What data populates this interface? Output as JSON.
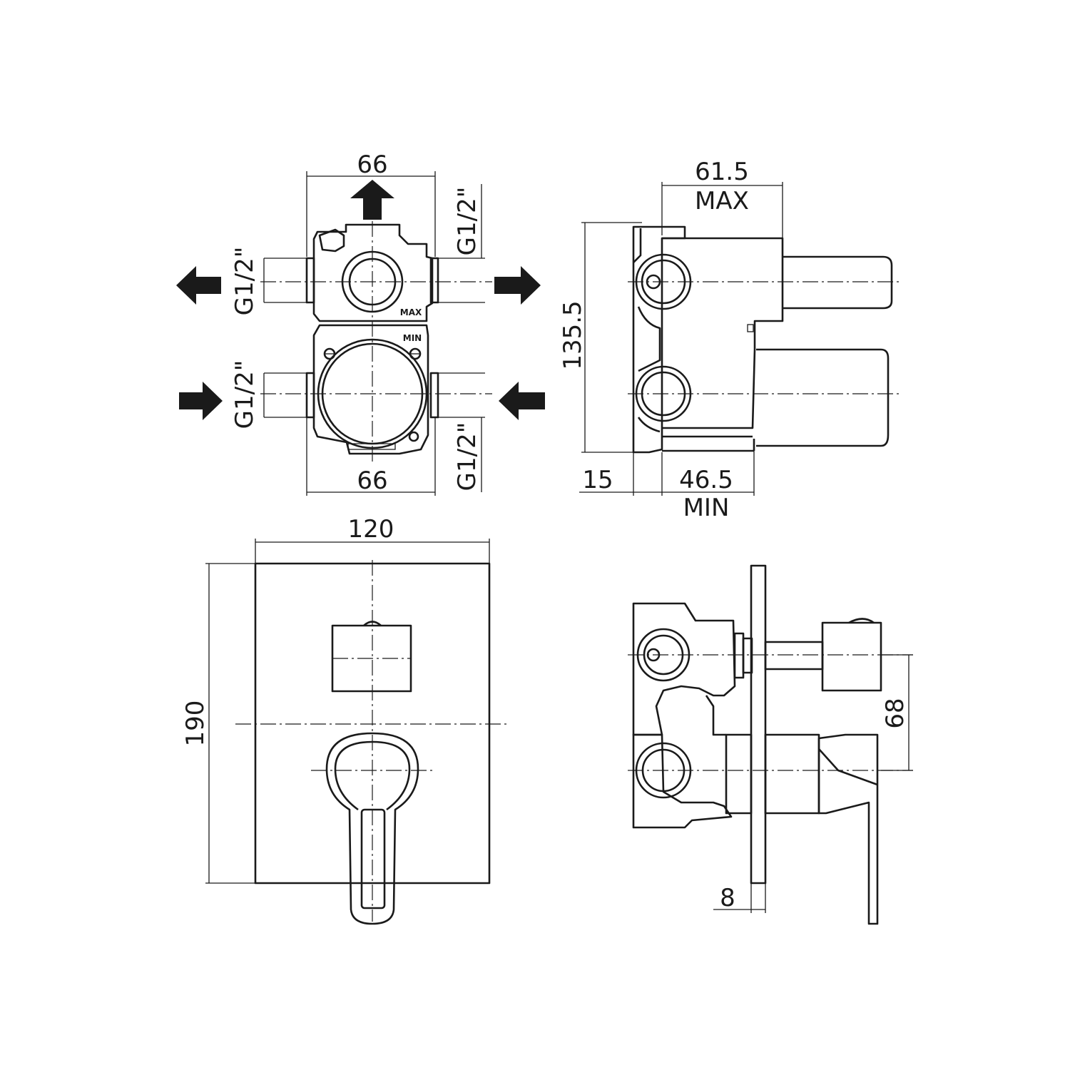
{
  "colors": {
    "line": "#1a1a1a",
    "background": "#ffffff"
  },
  "box_front": {
    "width_top": "66",
    "width_bottom": "66",
    "thread_top_right": "G1/2\"",
    "thread_bottom_right": "G1/2\"",
    "thread_upper_left": "G1/2\"",
    "thread_lower_left": "G1/2\"",
    "label_max": "MAX",
    "label_min": "MIN",
    "arrows": [
      "arrow-up-outlet",
      "arrow-left-outlet",
      "arrow-right-outlet",
      "arrow-right-inlet",
      "arrow-left-inlet"
    ]
  },
  "box_side": {
    "depth_max_value": "61.5",
    "depth_max_label": "MAX",
    "height": "135.5",
    "wall_offset": "15",
    "depth_min_value": "46.5",
    "depth_min_label": "MIN"
  },
  "plate_front": {
    "width": "120",
    "height": "190"
  },
  "plate_side": {
    "spindle_spacing": "68",
    "plate_thickness": "8"
  }
}
